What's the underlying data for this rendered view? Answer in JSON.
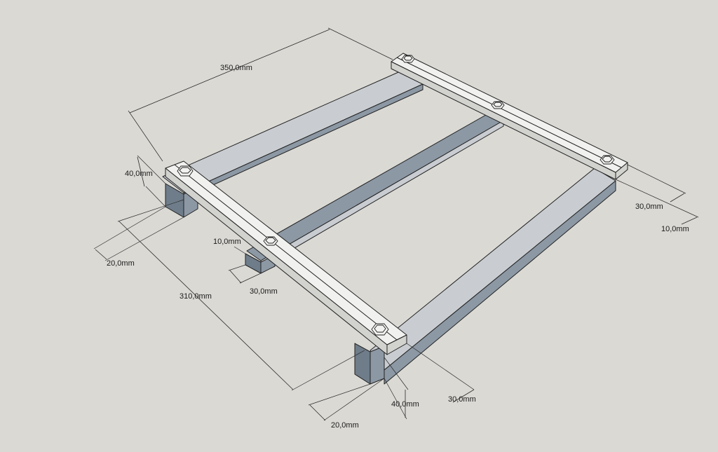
{
  "model": {
    "colors": {
      "background": "#dad9d4",
      "beam_top": "#c9cdd1",
      "beam_side": "#8c98a4",
      "beam_dark": "#6f7c89",
      "plank_top": "#f1f1ef",
      "plank_side": "#d2d2cf"
    },
    "dimensions": {
      "length_top": "350,0mm",
      "height_left": "40,0mm",
      "width_left": "20,0mm",
      "length_left": "310,0mm",
      "beam_thickness": "10,0mm",
      "beam_width": "30,0mm",
      "plank_width_right": "30,0mm",
      "plank_thickness_right": "10,0mm",
      "plank_width_front": "30,0mm",
      "height_front": "40,0mm",
      "width_front": "20,0mm"
    },
    "icons": [
      "hex-bolt-icon"
    ]
  }
}
